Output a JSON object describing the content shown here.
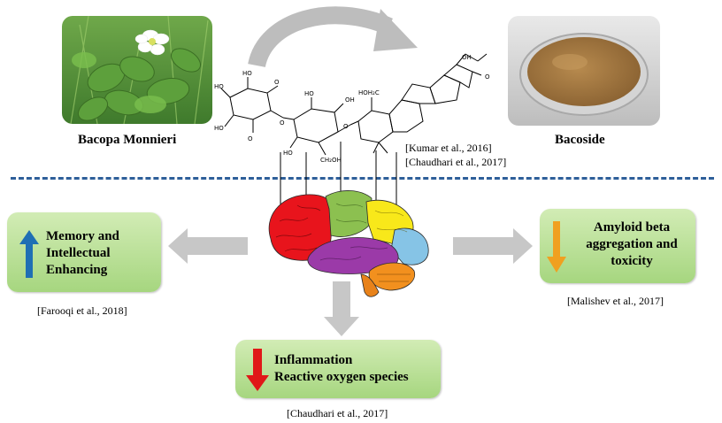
{
  "top": {
    "plant_label": "Bacopa Monnieri",
    "extract_label": "Bacoside",
    "structure_refs": [
      "[Kumar et al., 2016]",
      "[Chaudhari et al., 2017]"
    ],
    "molecule_labels": {
      "hoh2c": "HOH₂C",
      "oh": "OH"
    }
  },
  "effects": {
    "memory": {
      "lines": [
        "Memory and",
        "Intellectual",
        "Enhancing"
      ],
      "arrow": "up",
      "arrow_color": "#1f6fb4",
      "reference": "[Farooqi et al., 2018]"
    },
    "inflammation": {
      "lines": [
        "Inflammation",
        "Reactive oxygen species"
      ],
      "arrow": "down",
      "arrow_color": "#e01818",
      "reference": "[Chaudhari et al., 2017]"
    },
    "amyloid": {
      "lines": [
        "Amyloid beta",
        "aggregation and",
        "toxicity"
      ],
      "arrow": "down",
      "arrow_color": "#f0a020",
      "reference": "[Malishev et al., 2017]"
    }
  },
  "colors": {
    "box_fill_top": "#d2ecb5",
    "box_fill_bottom": "#a6d67f",
    "divider": "#2e5f9a",
    "gray_arrow": "#c7c7c7",
    "brain_red": "#e8141c",
    "brain_green": "#8cc050",
    "brain_yellow": "#f8e81a",
    "brain_blue": "#86c4e6",
    "brain_purple": "#9b3aa8",
    "brain_orange": "#f2901e"
  }
}
